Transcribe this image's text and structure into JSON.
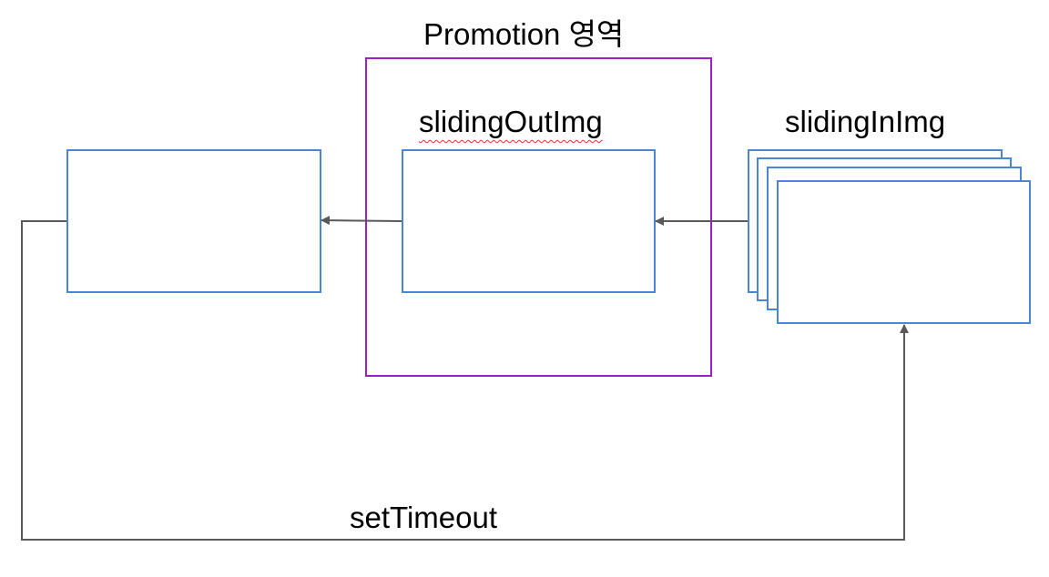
{
  "title": "Promotion 영역",
  "labels": {
    "sliding_out": "slidingOutImg",
    "sliding_in": "slidingInImg",
    "timer": "setTimeout"
  },
  "colors": {
    "promotion_border": "#9b1fc4",
    "box_border": "#4a86d4",
    "connector": "#595959",
    "spellcheck_underline": "#e03030"
  },
  "icons": [
    "arrow-head-icon"
  ]
}
